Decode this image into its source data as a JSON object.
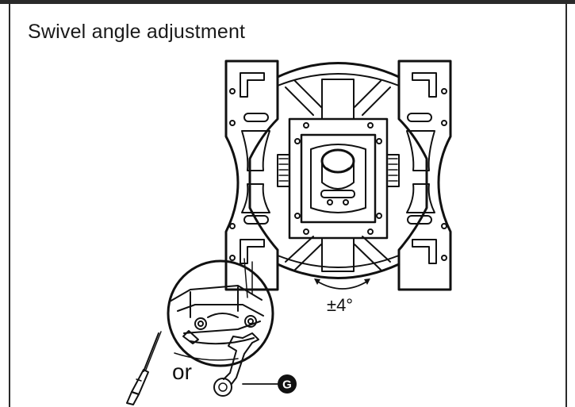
{
  "title": "Swivel angle adjustment",
  "angle_label": "±4°",
  "or_label": "or",
  "callout_letter": "G",
  "colors": {
    "line": "#111111",
    "frame": "#2a2a2a",
    "background": "#ffffff"
  },
  "icons": [
    "mount-bracket-icon",
    "screwdriver-icon",
    "wrench-icon",
    "rotation-arrow-icon",
    "magnified-detail-icon"
  ]
}
